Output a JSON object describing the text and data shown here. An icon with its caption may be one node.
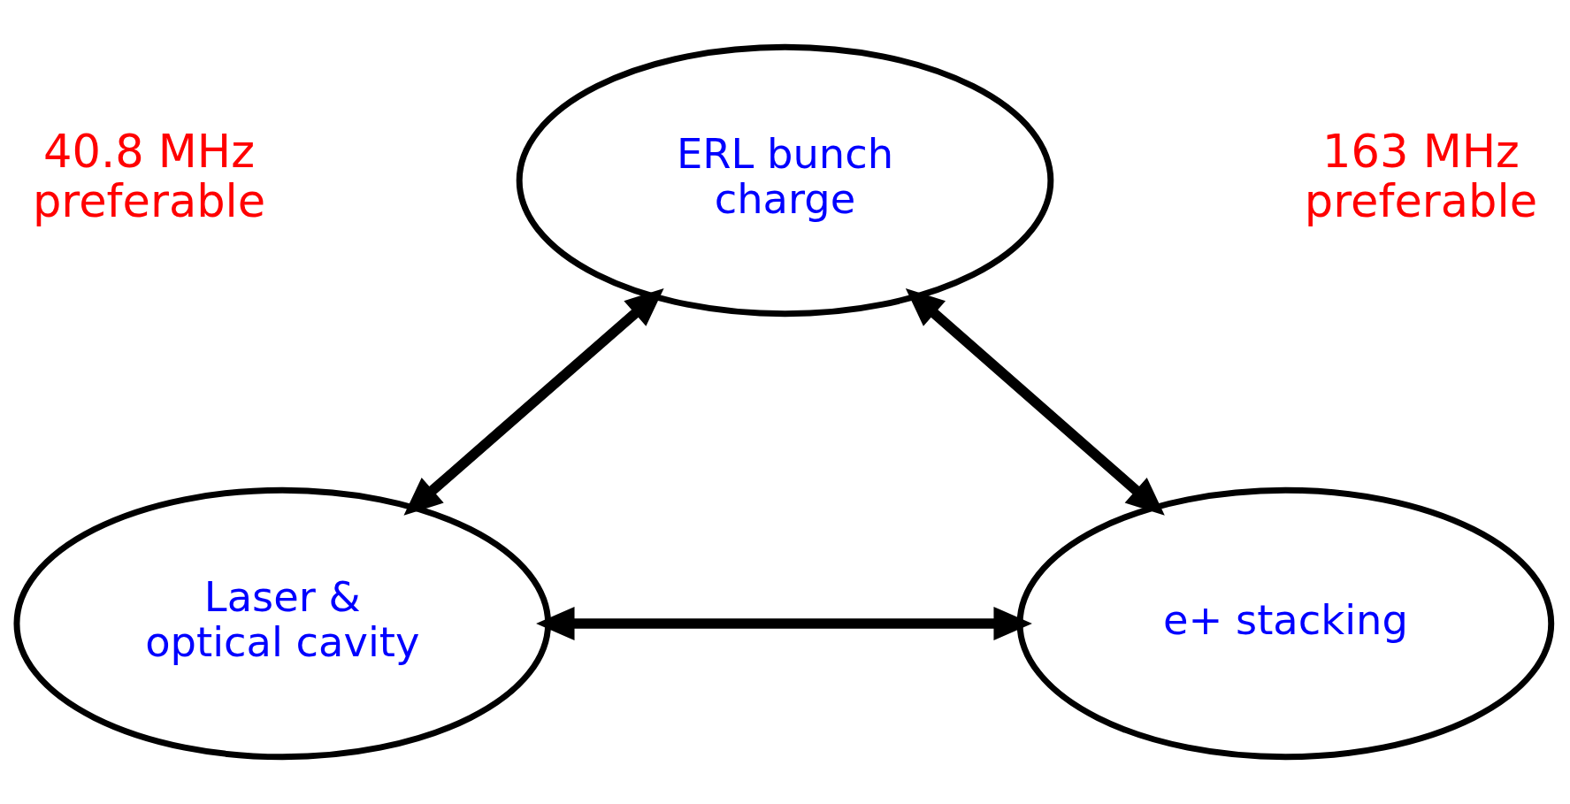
{
  "diagram": {
    "nodes": [
      {
        "text": [
          "ERL bunch charge"
        ]
      },
      {
        "text": [
          "Laser & optical cavity"
        ]
      },
      {
        "text": [
          "e+ stacking"
        ]
      }
    ],
    "edges": [
      {
        "from": 0,
        "to": 1,
        "arrow": "both"
      },
      {
        "from": 0,
        "to": 2,
        "arrow": "both"
      },
      {
        "from": 1,
        "to": 2,
        "arrow": "both"
      }
    ],
    "labels": [
      "163 MHz preferable",
      "40.8 MHz preferable"
    ]
  }
}
